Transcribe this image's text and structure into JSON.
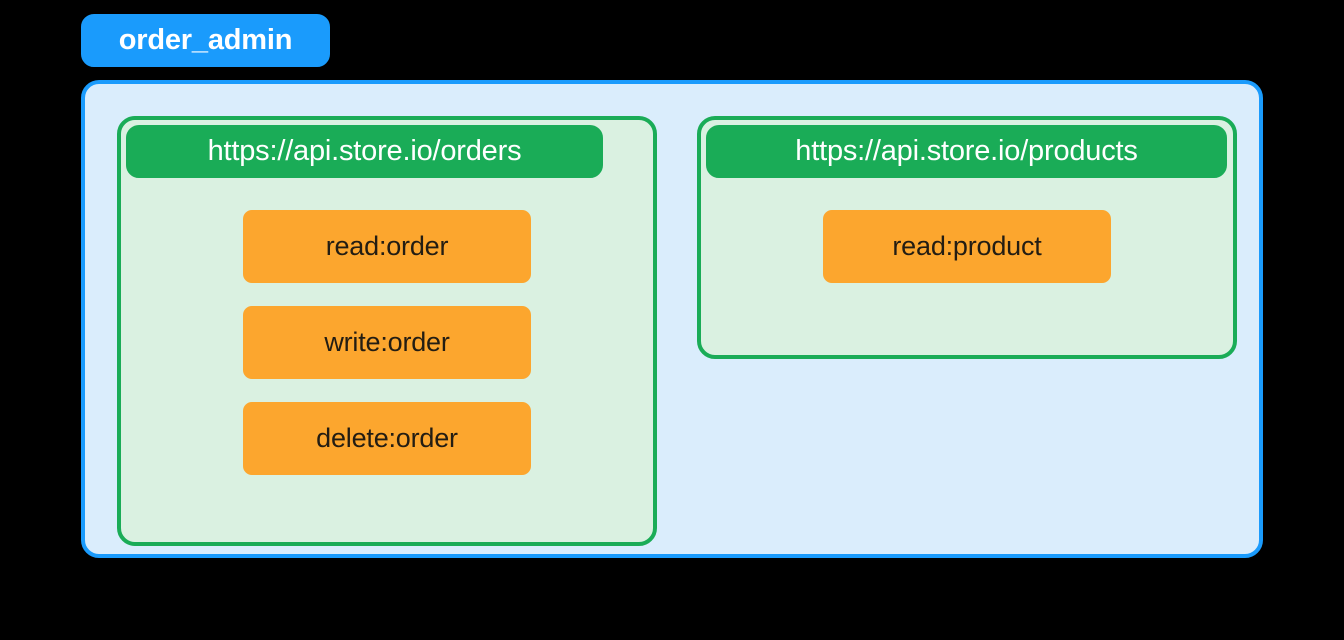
{
  "diagram": {
    "type": "scope-permission-map",
    "title_badge": {
      "label": "order_admin",
      "color": "#1a9bfc",
      "text_color": "#ffffff"
    },
    "container": {
      "fill": "#daedfc",
      "border": "#1a9bfc"
    },
    "resource_style": {
      "fill": "#daf1e1",
      "border": "#1aac57",
      "header_fill": "#1aac57",
      "header_text": "#ffffff"
    },
    "scope_style": {
      "fill": "#fca62e",
      "text": "#231d13"
    },
    "resources": [
      {
        "name": "orders",
        "url": "https://api.store.io/orders",
        "scopes": [
          {
            "label": "read:order"
          },
          {
            "label": "write:order"
          },
          {
            "label": "delete:order"
          }
        ]
      },
      {
        "name": "products",
        "url": "https://api.store.io/products",
        "scopes": [
          {
            "label": "read:product"
          }
        ]
      }
    ]
  }
}
